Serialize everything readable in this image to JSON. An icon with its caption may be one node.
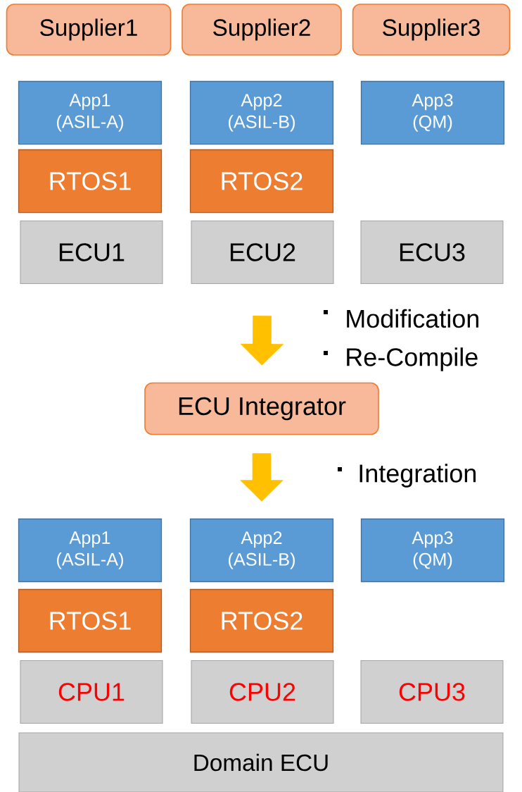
{
  "diagram": {
    "nodes": [
      {
        "text": [
          "Supplier1"
        ]
      },
      {
        "text": [
          "Supplier2"
        ]
      },
      {
        "text": [
          "Supplier3"
        ]
      },
      {
        "text": [
          "App1 (ASIL-A)"
        ]
      },
      {
        "text": [
          "App2 (ASIL-B)"
        ]
      },
      {
        "text": [
          "App3 (QM)"
        ]
      },
      {
        "text": [
          "RTOS1"
        ]
      },
      {
        "text": [
          "RTOS2"
        ]
      },
      {
        "text": [
          "ECU1"
        ]
      },
      {
        "text": [
          "ECU2"
        ]
      },
      {
        "text": [
          "ECU3"
        ]
      },
      {
        "text": [
          "ECU Integrator"
        ]
      },
      {
        "text": [
          "App1 (ASIL-A)"
        ]
      },
      {
        "text": [
          "App2 (ASIL-B)"
        ]
      },
      {
        "text": [
          "App3 (QM)"
        ]
      },
      {
        "text": [
          "RTOS1"
        ]
      },
      {
        "text": [
          "RTOS2"
        ]
      },
      {
        "text": [
          "CPU1"
        ]
      },
      {
        "text": [
          "CPU2"
        ]
      },
      {
        "text": [
          "CPU3"
        ]
      },
      {
        "text": [
          "Domain ECU"
        ]
      }
    ],
    "edges": [
      {
        "from": 9,
        "to": 11,
        "arrow": "to"
      },
      {
        "from": 11,
        "to": 13,
        "arrow": "to"
      }
    ],
    "labels": [
      "Modification",
      "Re-Compile",
      "Integration"
    ]
  }
}
